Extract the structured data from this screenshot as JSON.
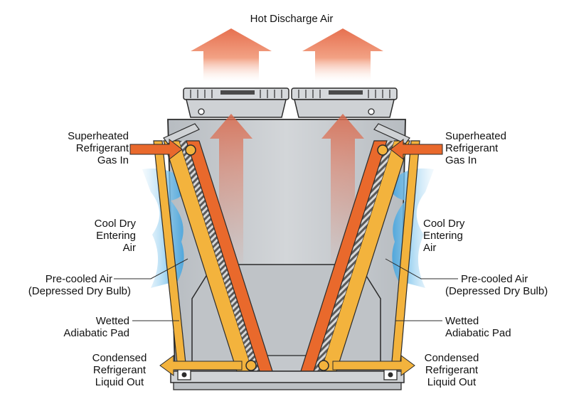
{
  "labels": {
    "hot_discharge_air": "Hot Discharge Air",
    "left": {
      "superheated": [
        "Superheated",
        "Refrigerant",
        "Gas In"
      ],
      "cool_dry": [
        "Cool Dry",
        "Entering",
        "Air"
      ],
      "precooled": [
        "Pre-cooled Air",
        "(Depressed Dry Bulb)"
      ],
      "wetted": [
        "Wetted",
        "Adiabatic Pad"
      ],
      "condensed": [
        "Condensed",
        "Refrigerant",
        "Liquid Out"
      ]
    },
    "right": {
      "superheated": [
        "Superheated",
        "Refrigerant",
        "Gas In"
      ],
      "cool_dry": [
        "Cool Dry",
        "Entering",
        "Air"
      ],
      "precooled": [
        "Pre-cooled Air",
        "(Depressed Dry Bulb)"
      ],
      "wetted": [
        "Wetted",
        "Adiabatic Pad"
      ],
      "condensed": [
        "Condensed",
        "Refrigerant",
        "Liquid Out"
      ]
    }
  },
  "colors": {
    "hot_air": "#e8785a",
    "coil_orange": "#e9692c",
    "pad_yellow": "#f3b33d",
    "cool_air": "#4aa8e0",
    "housing": "#c9ccd0",
    "outline": "#2b2b2b"
  }
}
